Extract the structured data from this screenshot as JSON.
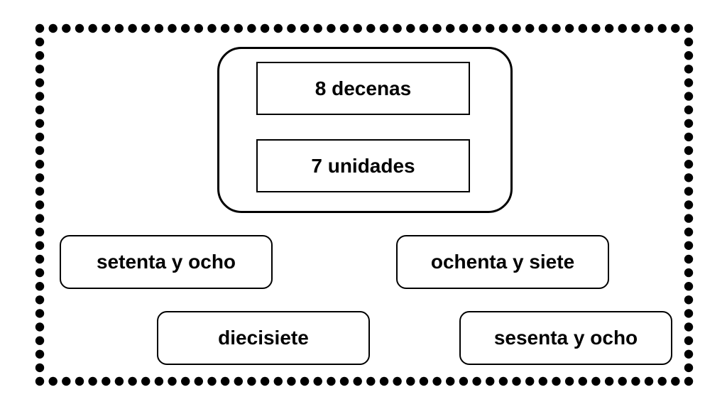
{
  "prompt": {
    "tens_text": "8 decenas",
    "ones_text": "7 unidades"
  },
  "options": [
    {
      "label": "setenta y ocho"
    },
    {
      "label": "ochenta y siete"
    },
    {
      "label": "diecisiete"
    },
    {
      "label": "sesenta y ocho"
    }
  ],
  "colors": {
    "ink": "#000000",
    "background": "#ffffff"
  }
}
